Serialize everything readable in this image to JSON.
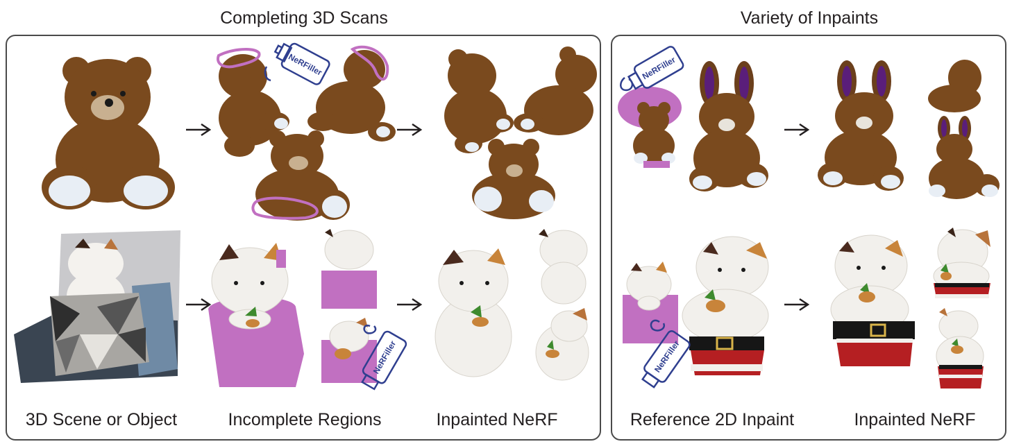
{
  "titles": {
    "left": "Completing 3D Scans",
    "right": "Variety of Inpaints"
  },
  "captions": {
    "left": [
      "3D Scene or Object",
      "Incomplete Regions",
      "Inpainted NeRF"
    ],
    "right": [
      "Reference 2D Inpaint",
      "Inpainted NeRF"
    ]
  },
  "can_label": "NeRFiller",
  "colors": {
    "mask": "#c170c1",
    "can": "#2f3f8f",
    "fur": "#7a4a1e",
    "fur_dark": "#4d2c10",
    "paw": "#e8eef5",
    "cat": "#f2f0ec",
    "cat_ear": "#4a2a1e",
    "orange": "#c8843a",
    "santa_red": "#b51f22"
  }
}
